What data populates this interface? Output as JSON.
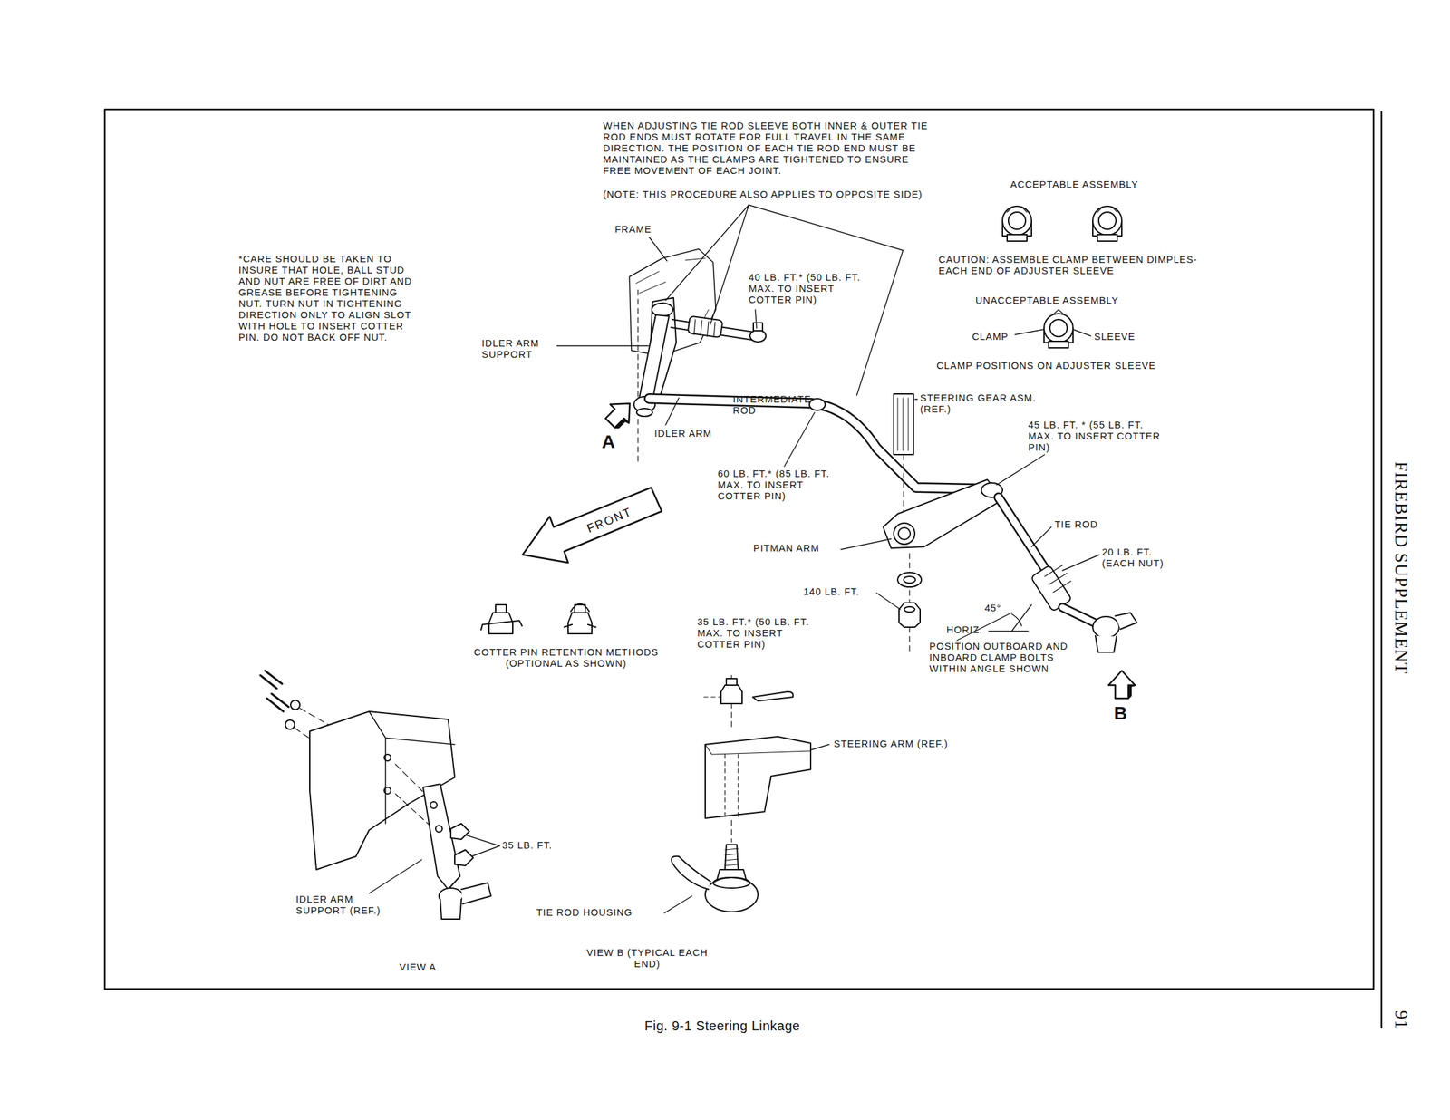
{
  "diagram": {
    "caption": "Fig. 9-1 Steering Linkage",
    "labels": [
      "WHEN ADJUSTING TIE ROD SLEEVE BOTH INNER & OUTER TIE ROD ENDS MUST ROTATE FOR FULL TRAVEL IN THE SAME DIRECTION. THE POSITION OF EACH TIE ROD END MUST BE MAINTAINED AS THE CLAMPS ARE TIGHTENED TO ENSURE FREE MOVEMENT OF EACH JOINT.",
      "(NOTE: THIS PROCEDURE ALSO APPLIES TO OPPOSITE SIDE)",
      "ACCEPTABLE ASSEMBLY",
      "CAUTION: ASSEMBLE CLAMP BETWEEN DIMPLES-EACH END OF ADJUSTER SLEEVE",
      "UNACCEPTABLE ASSEMBLY",
      "CLAMP",
      "SLEEVE",
      "CLAMP POSITIONS ON ADJUSTER SLEEVE",
      "FRAME",
      "*CARE SHOULD BE TAKEN TO INSURE THAT HOLE, BALL STUD AND NUT ARE FREE OF DIRT AND GREASE BEFORE TIGHTENING NUT. TURN NUT IN TIGHTENING DIRECTION ONLY TO ALIGN SLOT WITH HOLE TO INSERT COTTER PIN. DO NOT BACK OFF NUT.",
      "40 LB. FT.* (50 LB. FT. MAX. TO INSERT COTTER PIN)",
      "IDLER ARM SUPPORT",
      "INTERMEDIATE ROD",
      "STEERING GEAR ASM. (REF.)",
      "A",
      "IDLER ARM",
      "45 LB. FT. * (55 LB. FT. MAX. TO INSERT COTTER PIN)",
      "60 LB. FT.* (85 LB. FT. MAX. TO INSERT COTTER PIN)",
      "FRONT",
      "PITMAN ARM",
      "TIE ROD",
      "20 LB. FT. (EACH NUT)",
      "140 LB. FT.",
      "45°",
      "HORIZ.",
      "35 LB. FT.* (50 LB. FT. MAX. TO INSERT COTTER PIN)",
      "COTTER PIN RETENTION METHODS (OPTIONAL AS SHOWN)",
      "POSITION OUTBOARD AND INBOARD CLAMP BOLTS WITHIN ANGLE SHOWN",
      "B",
      "STEERING ARM (REF.)",
      "35 LB. FT.",
      "IDLER ARM SUPPORT (REF.)",
      "TIE ROD HOUSING",
      "VIEW A",
      "VIEW B (TYPICAL EACH END)",
      "FIREBIRD SUPPLEMENT",
      "91"
    ]
  }
}
